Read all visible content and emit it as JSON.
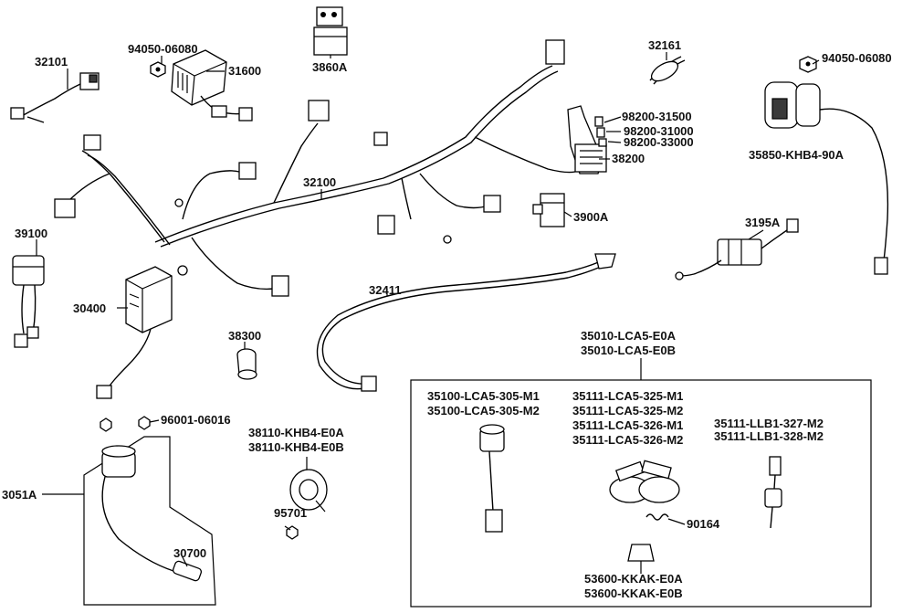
{
  "diagram": {
    "labels": {
      "p32101": "32101",
      "p94050a": "94050-06080",
      "p31600": "31600",
      "p3860A": "3860A",
      "p32161": "32161",
      "p94050b": "94050-06080",
      "p98200_31500": "98200-31500",
      "p98200_31000": "98200-31000",
      "p98200_33000": "98200-33000",
      "p35850": "35850-KHB4-90A",
      "p38200": "38200",
      "p32100": "32100",
      "p39100": "39100",
      "p3900A": "3900A",
      "p3195A": "3195A",
      "p30400": "30400",
      "p32411": "32411",
      "p38300": "38300",
      "p35010a": "35010-LCA5-E0A",
      "p35010b": "35010-LCA5-E0B",
      "p35100m1": "35100-LCA5-305-M1",
      "p35100m2": "35100-LCA5-305-M2",
      "p35111_325m1": "35111-LCA5-325-M1",
      "p35111_325m2": "35111-LCA5-325-M2",
      "p35111_326m1": "35111-LCA5-326-M1",
      "p35111_326m2": "35111-LCA5-326-M2",
      "p35111_llb327": "35111-LLB1-327-M2",
      "p35111_llb328": "35111-LLB1-328-M2",
      "p96001": "96001-06016",
      "p38110a": "38110-KHB4-E0A",
      "p38110b": "38110-KHB4-E0B",
      "p3051A": "3051A",
      "p95701": "95701",
      "p30700": "30700",
      "p90164": "90164",
      "p53600a": "53600-KKAK-E0A",
      "p53600b": "53600-KKAK-E0B"
    }
  }
}
